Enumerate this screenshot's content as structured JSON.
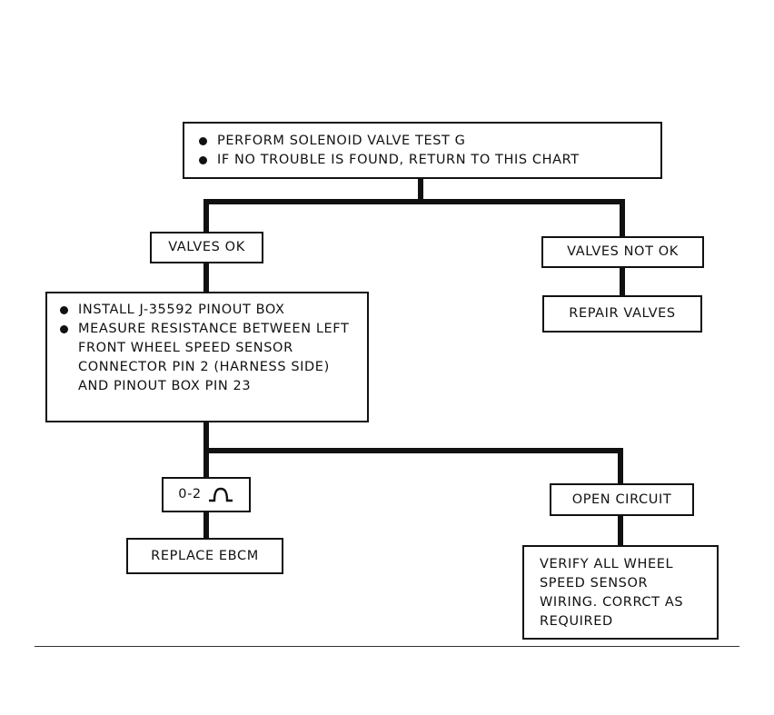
{
  "top_box": {
    "items": [
      "PERFORM SOLENOID VALVE TEST G",
      "IF NO TROUBLE IS FOUND, RETURN TO THIS CHART"
    ]
  },
  "branch_left": {
    "label": "VALVES OK",
    "box_items": [
      "INSTALL J-35592 PINOUT BOX",
      "MEASURE RESISTANCE BETWEEN LEFT FRONT WHEEL SPEED SENSOR CONNECTOR PIN 2 (HARNESS SIDE) AND PINOUT BOX PIN 23"
    ]
  },
  "branch_right": {
    "label": "VALVES NOT OK",
    "action": "REPAIR VALVES"
  },
  "result_left": {
    "label": "0-2",
    "symbol": "ohm-icon",
    "action": "REPLACE EBCM"
  },
  "result_right": {
    "label": "OPEN CIRCUIT",
    "action": "VERIFY ALL WHEEL SPEED SENSOR WIRING. CORRCT AS REQUIRED"
  }
}
